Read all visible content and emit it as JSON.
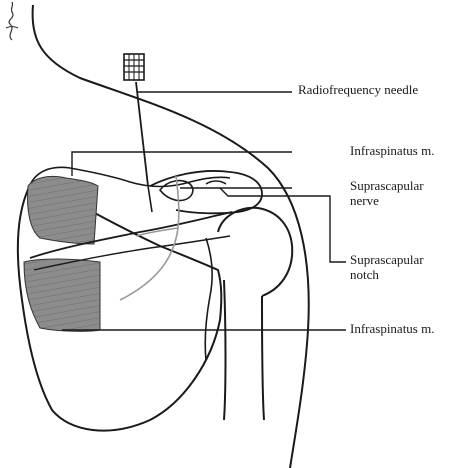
{
  "figure": {
    "labels": {
      "radiofrequency_needle": "Radiofrequency needle",
      "infraspinatus_upper": "Infraspinatus m.",
      "suprascapular_nerve_line1": "Suprascapular",
      "suprascapular_nerve_line2": "nerve",
      "suprascapular_notch_line1": "Suprascapular",
      "suprascapular_notch_line2": "notch",
      "infraspinatus_lower": "Infraspinatus m."
    },
    "signature": "signature"
  }
}
